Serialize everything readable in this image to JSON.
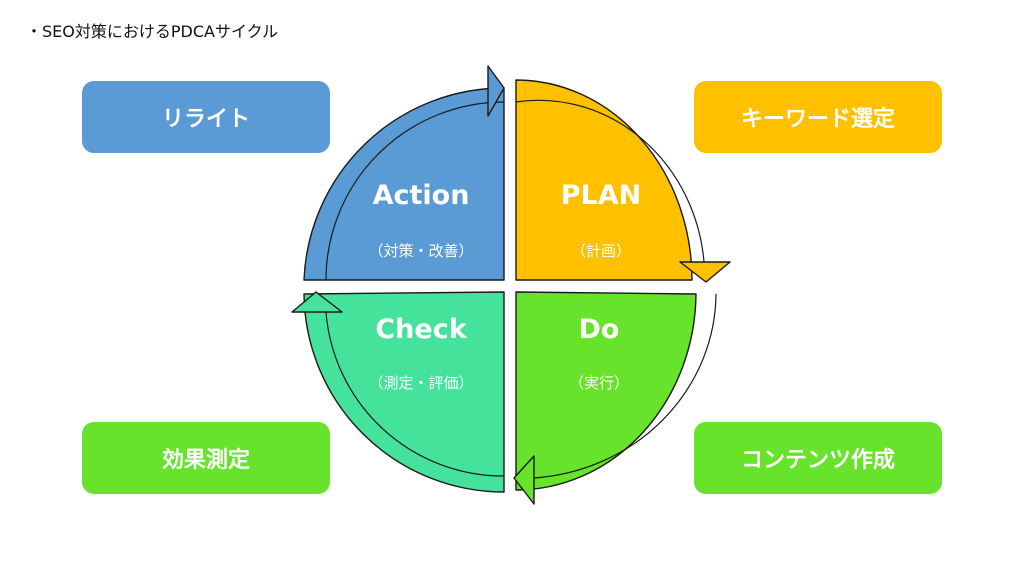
{
  "title": "・SEO対策におけるPDCAサイクル",
  "colors": {
    "action": "#5B9BD5",
    "plan": "#FFC000",
    "do": "#66E32A",
    "check": "#44E29B",
    "outline": "#1a1a1a"
  },
  "quadrants": {
    "action": {
      "title": "Action",
      "subtitle": "（対策・改善）"
    },
    "plan": {
      "title": "PLAN",
      "subtitle": "（計画）"
    },
    "do": {
      "title": "Do",
      "subtitle": "（実行）"
    },
    "check": {
      "title": "Check",
      "subtitle": "（測定・評価）"
    }
  },
  "boxes": {
    "rewrite": "リライト",
    "keyword": "キーワード選定",
    "measure": "効果測定",
    "content": "コンテンツ作成"
  }
}
